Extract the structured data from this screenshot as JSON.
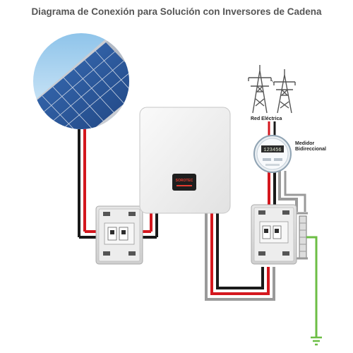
{
  "title": "Diagrama de Conexión para Solución con Inversores de Cadena",
  "labels": {
    "grid": "Red Eléctrica",
    "meter": "Medidor Bidireccional",
    "inverter_brand": "SOROTEC",
    "meter_display": "123456"
  },
  "colors": {
    "dc_positive": "#d4171e",
    "dc_negative": "#1a1a1a",
    "ac_line": "#9a9a9a",
    "ground": "#6cbe45",
    "tower": "#555555",
    "inverter_body": "#f2f2f2"
  },
  "icons": {
    "panel": "solar-panel-icon",
    "tower": "transmission-tower-icon",
    "meter": "electric-meter-icon",
    "ground": "ground-symbol-icon"
  }
}
